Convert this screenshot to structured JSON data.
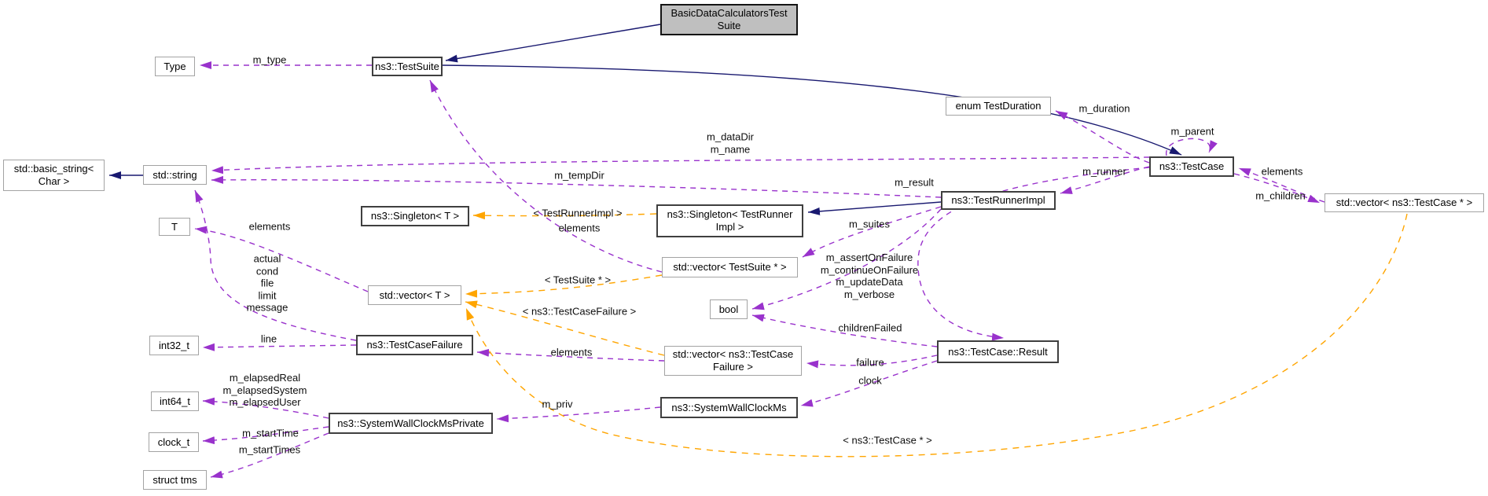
{
  "colors": {
    "inheritance_edge": "#191970",
    "member_edge": "#9932cc",
    "template_edge": "#ffa500",
    "highlight_fill": "#bfbfbf"
  },
  "nodes": {
    "basic": {
      "label": "BasicDataCalculatorsTest\nSuite"
    },
    "type": {
      "label": "Type"
    },
    "testSuite": {
      "label": "ns3::TestSuite"
    },
    "enumTestDuration": {
      "label": "enum TestDuration"
    },
    "testCase": {
      "label": "ns3::TestCase"
    },
    "vectorTestCasePtr": {
      "label": "std::vector< ns3::TestCase * >"
    },
    "basicString": {
      "label": "std::basic_string<\nChar >"
    },
    "stdString": {
      "label": "std::string"
    },
    "T": {
      "label": "T"
    },
    "singletonT": {
      "label": "ns3::Singleton< T >"
    },
    "singletonTRI": {
      "label": "ns3::Singleton< TestRunner\nImpl >"
    },
    "testRunnerImpl": {
      "label": "ns3::TestRunnerImpl"
    },
    "vectorTestSuitePtr": {
      "label": "std::vector< TestSuite * >"
    },
    "bool": {
      "label": "bool"
    },
    "vectorT": {
      "label": "std::vector< T >"
    },
    "testCaseFailure": {
      "label": "ns3::TestCaseFailure"
    },
    "int32": {
      "label": "int32_t"
    },
    "vectorTCF": {
      "label": "std::vector< ns3::TestCase\nFailure >"
    },
    "result": {
      "label": "ns3::TestCase::Result"
    },
    "int64": {
      "label": "int64_t"
    },
    "swcmPrivate": {
      "label": "ns3::SystemWallClockMsPrivate"
    },
    "swcm": {
      "label": "ns3::SystemWallClockMs"
    },
    "clockT": {
      "label": "clock_t"
    },
    "structTms": {
      "label": "struct tms"
    }
  },
  "edge_labels": {
    "m_type": "m_type",
    "m_duration": "m_duration",
    "m_parent": "m_parent",
    "m_dataDir_name": "m_dataDir\nm_name",
    "m_tempDir": "m_tempDir",
    "elements_children": "elements",
    "m_children": "m_children",
    "m_runner": "m_runner",
    "tpl_testrunnerimpl": "< TestRunnerImpl >",
    "elements_suites": "elements",
    "m_suites": "m_suites",
    "bool_flags": "m_assertOnFailure\nm_continueOnFailure\nm_updateData\nm_verbose",
    "childrenFailed": "childrenFailed",
    "tpl_testsuiteptr": "< TestSuite * >",
    "tpl_testcasefailure": "< ns3::TestCaseFailure >",
    "elements_t": "elements",
    "failure_fields": "actual\ncond\nfile\nlimit\nmessage",
    "line": "line",
    "elapsed": "m_elapsedReal\nm_elapsedSystem\nm_elapsedUser",
    "m_startTime": "m_startTime",
    "m_startTimes": "m_startTimes",
    "m_priv": "m_priv",
    "failure": "failure",
    "clock": "clock",
    "m_result": "m_result",
    "elements_failures": "elements",
    "tpl_testcaseptr": "< ns3::TestCase * >"
  }
}
